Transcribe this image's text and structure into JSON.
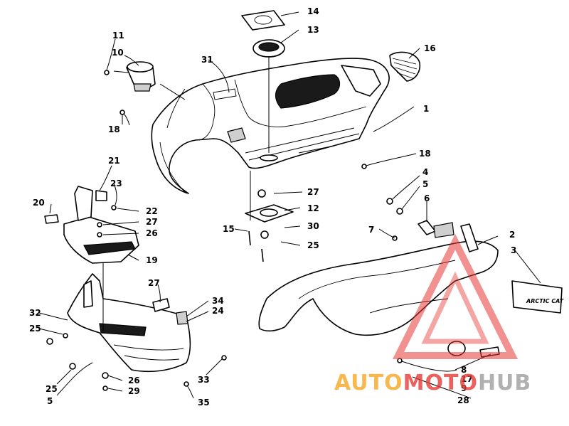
{
  "callouts": [
    {
      "id": "c1",
      "text": "1"
    },
    {
      "id": "c2",
      "text": "2"
    },
    {
      "id": "c3",
      "text": "3"
    },
    {
      "id": "c4",
      "text": "4"
    },
    {
      "id": "c5a",
      "text": "5"
    },
    {
      "id": "c5b",
      "text": "5"
    },
    {
      "id": "c6",
      "text": "6"
    },
    {
      "id": "c7",
      "text": "7"
    },
    {
      "id": "c8",
      "text": "8"
    },
    {
      "id": "c9",
      "text": "9"
    },
    {
      "id": "c10",
      "text": "10"
    },
    {
      "id": "c11",
      "text": "11"
    },
    {
      "id": "c12",
      "text": "12"
    },
    {
      "id": "c13",
      "text": "13"
    },
    {
      "id": "c14",
      "text": "14"
    },
    {
      "id": "c15",
      "text": "15"
    },
    {
      "id": "c16",
      "text": "16"
    },
    {
      "id": "c17",
      "text": "17"
    },
    {
      "id": "c18a",
      "text": "18"
    },
    {
      "id": "c18b",
      "text": "18"
    },
    {
      "id": "c19",
      "text": "19"
    },
    {
      "id": "c20",
      "text": "20"
    },
    {
      "id": "c21",
      "text": "21"
    },
    {
      "id": "c22",
      "text": "22"
    },
    {
      "id": "c23",
      "text": "23"
    },
    {
      "id": "c24",
      "text": "24"
    },
    {
      "id": "c25a",
      "text": "25"
    },
    {
      "id": "c25b",
      "text": "25"
    },
    {
      "id": "c25c",
      "text": "25"
    },
    {
      "id": "c26a",
      "text": "26"
    },
    {
      "id": "c26b",
      "text": "26"
    },
    {
      "id": "c27a",
      "text": "27"
    },
    {
      "id": "c27b",
      "text": "27"
    },
    {
      "id": "c27c",
      "text": "27"
    },
    {
      "id": "c28",
      "text": "28"
    },
    {
      "id": "c29",
      "text": "29"
    },
    {
      "id": "c30",
      "text": "30"
    },
    {
      "id": "c31",
      "text": "31"
    },
    {
      "id": "c32",
      "text": "32"
    },
    {
      "id": "c33",
      "text": "33"
    },
    {
      "id": "c34",
      "text": "34"
    },
    {
      "id": "c35",
      "text": "35"
    }
  ],
  "decal_text": "ARCTIC CAT",
  "watermark": {
    "part1": "AUTO",
    "part2": "MOTO",
    "part3": "HUB",
    "color_orange": "#f5a623",
    "color_red": "#e53935",
    "color_grey": "#9e9e9e"
  }
}
